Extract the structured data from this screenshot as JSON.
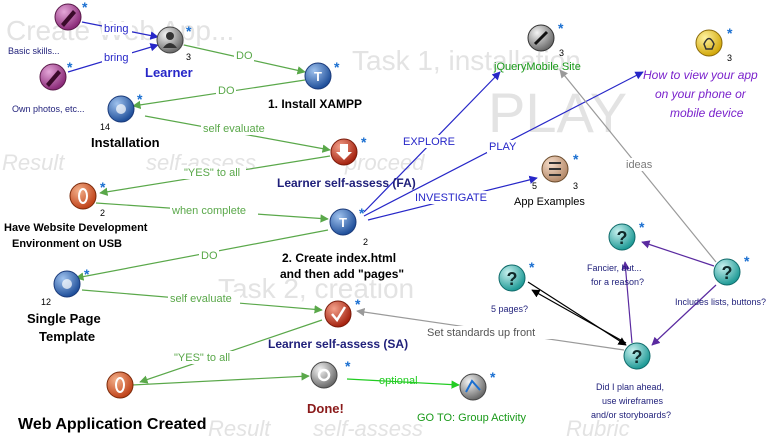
{
  "watermarks": {
    "top_left": "Create Web App...",
    "task1": "Task 1, installation",
    "play": "PLAY",
    "result1": "Result",
    "selfassess1": "self-assess",
    "proceed": "proceed",
    "task2": "Task 2, creation",
    "result2": "Result",
    "selfassess2": "self-assess",
    "rubric": "Rubric"
  },
  "nodes": {
    "basic_skills": "Basic skills...",
    "own_photos": "Own photos, etc...",
    "learner": "Learner",
    "learner_count": "3",
    "install_xampp": "1. Install XAMPP",
    "installation": "Installation",
    "installation_count": "14",
    "self_assess_fa": "Learner self-assess (FA)",
    "have_website_line1": "Have Website Development",
    "have_website_line2": "Environment on USB",
    "have_website_count": "2",
    "create_index_line1": "2. Create index.html",
    "create_index_line2": "and then add \"pages\"",
    "create_index_count": "2",
    "single_page_line1": "Single Page",
    "single_page_line2": "Template",
    "single_page_count": "12",
    "self_assess_sa": "Learner self-assess (SA)",
    "web_app_created": "Web Application Created",
    "done": "Done!",
    "group_activity": "GO TO: Group Activity",
    "jquery_site": "jQueryMobile Site",
    "jquery_count": "3",
    "view_app_line1": "How to view your app",
    "view_app_line2": "on your phone or",
    "view_app_line3": "mobile device",
    "view_app_count": "3",
    "app_examples": "App Examples",
    "app_examples_left_count": "5",
    "app_examples_right_count": "3",
    "five_pages": "5 pages?",
    "fancier_line1": "Fancier, but...",
    "fancier_line2": "for a reason?",
    "includes_lists": "Includes lists, buttons?",
    "plan_ahead_line1": "Did I plan ahead,",
    "plan_ahead_line2": "use wireframes",
    "plan_ahead_line3": "and/or storyboards?"
  },
  "edges": {
    "bring1": "bring",
    "bring2": "bring",
    "do1": "DO",
    "do2": "DO",
    "self_evaluate1": "self evaluate",
    "yes_all1": "\"YES\" to all",
    "when_complete": "when complete",
    "do3": "DO",
    "self_evaluate2": "self evaluate",
    "yes_all2": "\"YES\" to all",
    "optional": "optional",
    "explore": "EXPLORE",
    "play": "PLAY",
    "investigate": "INVESTIGATE",
    "ideas": "ideas",
    "set_standards": "Set standards up front"
  },
  "star": "*",
  "colors": {
    "edge_green": "#5aa84a",
    "edge_blue": "#2727c8",
    "edge_purple": "#5a2aa0",
    "edge_black": "#000000",
    "edge_gray": "#9a9a9a",
    "edge_optional": "#22cc22",
    "label_navy": "#1f1f7a",
    "label_purple": "#7a22cc",
    "label_green": "#1a9a1a",
    "watermark": "#e3e3e3"
  }
}
